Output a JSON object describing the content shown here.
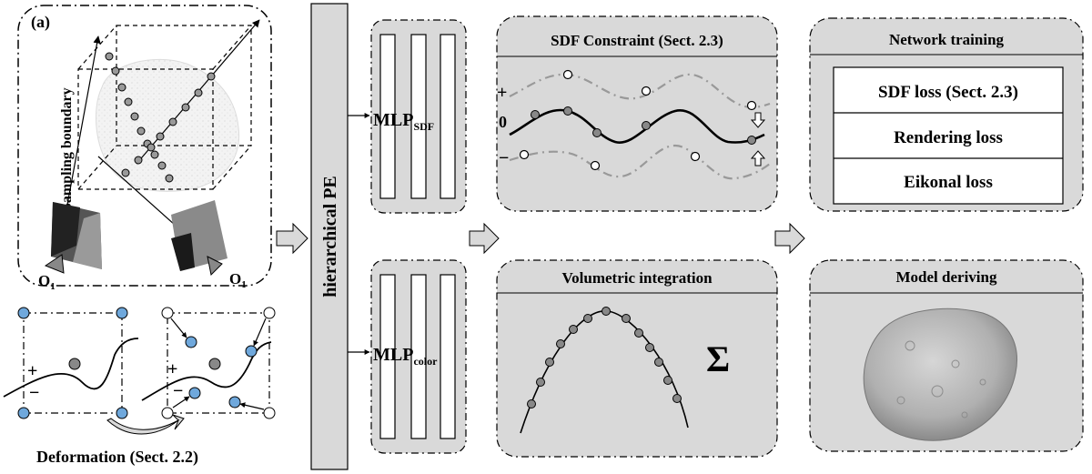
{
  "panel_a": {
    "label": "(a)",
    "sampling_boundary": "Sampling boundary",
    "origin_left": "O",
    "origin_right": "O",
    "origin_subscript": "1"
  },
  "deformation": {
    "caption": "Deformation (Sect. 2.2)",
    "plus": "+",
    "minus": "−"
  },
  "pe": {
    "label": "hierarchical PE"
  },
  "mlp_sdf": {
    "base": "MLP",
    "sub": "SDF"
  },
  "mlp_color": {
    "base": "MLP",
    "sub": "color"
  },
  "sdf_constraint": {
    "title": "SDF Constraint (Sect. 2.3)",
    "plus": "+",
    "zero": "0",
    "minus": "−"
  },
  "volumetric": {
    "title": "Volumetric integration",
    "sigma": "Σ"
  },
  "network_training": {
    "title": "Network training",
    "losses": [
      "SDF loss (Sect. 2.3)",
      "Rendering loss",
      "Eikonal loss"
    ]
  },
  "model_deriving": {
    "title": "Model deriving"
  },
  "colors": {
    "panel_fill": "#d9d9d9",
    "node_fill": "#999999",
    "blue_node": "#6fa8dc",
    "arrow_fill": "#d9d9d9"
  }
}
